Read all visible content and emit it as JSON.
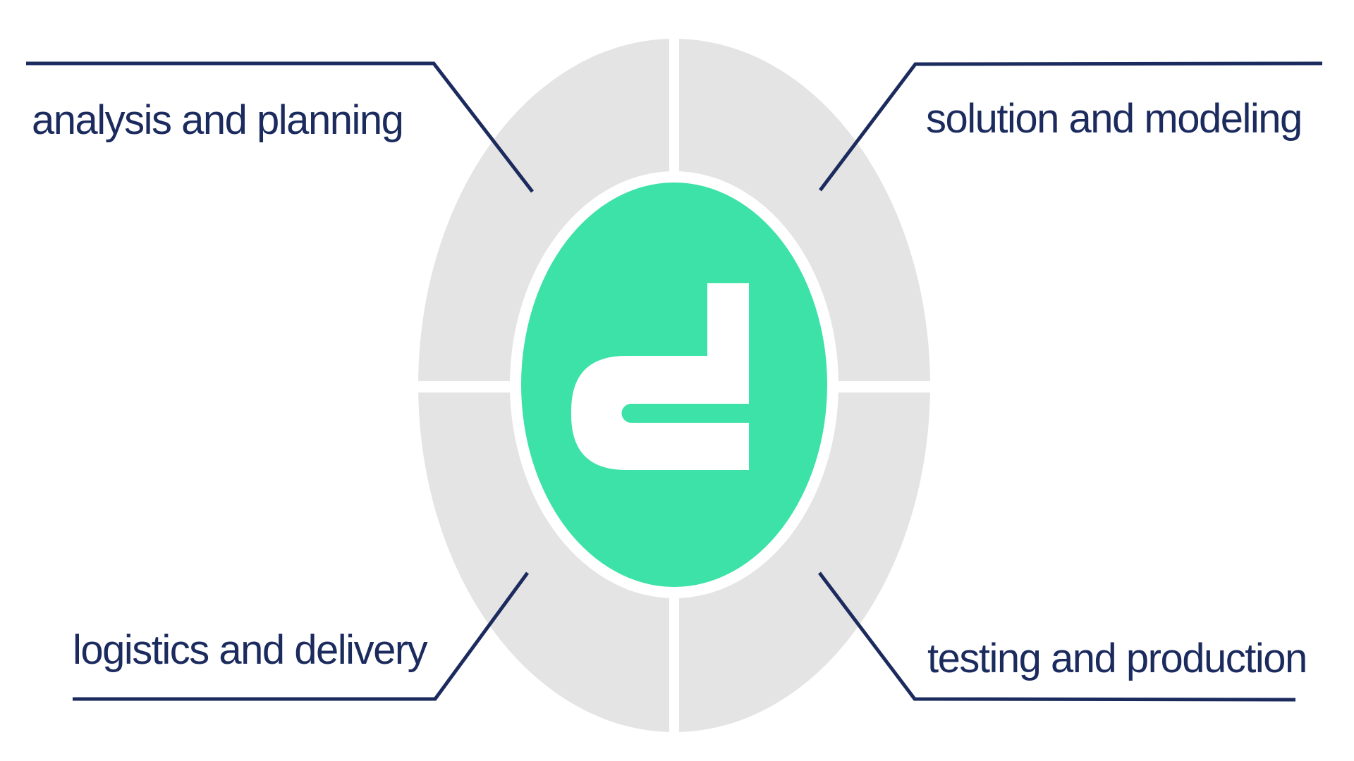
{
  "diagram": {
    "title": "four-phase process cycle diagram",
    "labels": {
      "top_left": "analysis and planning",
      "top_right": "solution and modeling",
      "bottom_left": "logistics and delivery",
      "bottom_right": "testing and production"
    },
    "icons": {
      "center_logo": "d-logo"
    },
    "colors": {
      "ring_gray": "#e4e4e4",
      "center_green": "#3ce2a7",
      "text_navy": "#1c2b5e",
      "line_navy": "#1c2b5e",
      "logo_white": "#ffffff",
      "background": "#ffffff"
    }
  }
}
